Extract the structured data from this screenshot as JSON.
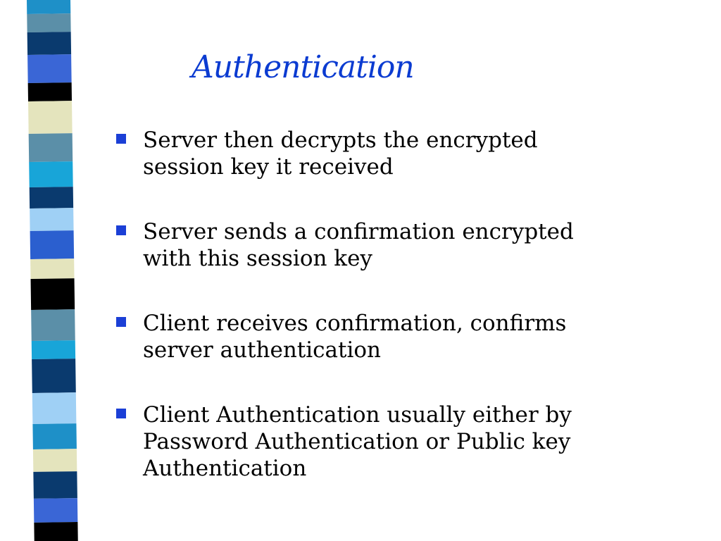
{
  "slide": {
    "title": "Authentication",
    "bullets": [
      {
        "lines": [
          "Server then decrypts the encrypted",
          "session key it received"
        ]
      },
      {
        "lines": [
          "Server sends a confirmation encrypted",
          "with this session key"
        ]
      },
      {
        "lines": [
          "Client receives confirmation, confirms",
          "server authentication"
        ]
      },
      {
        "lines": [
          "Client Authentication usually either by",
          "Password Authentication or Public key",
          "Authentication"
        ]
      }
    ]
  },
  "colors": {
    "title": "#0b3bd1",
    "bullet_marker": "#1b3fd6",
    "stripe": [
      "#1e90c8",
      "#5b8fa8",
      "#0a3a6e",
      "#3a66d6",
      "#000000",
      "#e4e4bd",
      "#5b8fa8",
      "#18a5d8",
      "#0a3a6e",
      "#9fd0f5",
      "#2b5fcf",
      "#e4e4bd",
      "#000000",
      "#5b8fa8",
      "#18a5d8",
      "#0a3a6e",
      "#9fd0f5",
      "#1e90c8",
      "#e4e4bd",
      "#0a3a6e",
      "#3a66d6",
      "#000000"
    ]
  }
}
